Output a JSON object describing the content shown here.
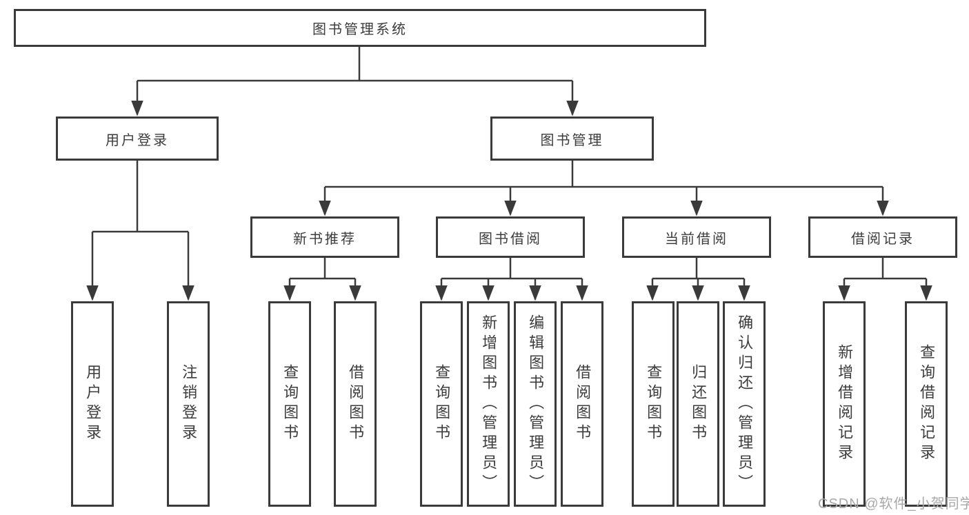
{
  "diagram": {
    "type": "org-tree",
    "colors": {
      "line": "#3a3a3a",
      "box_border": "#3a3a3a",
      "text": "#3c3c3c",
      "background": "#ffffff",
      "watermark": "#a8a8a8"
    },
    "labels": {
      "root": "图书管理系统",
      "user_login": "用户登录",
      "book_management": "图书管理",
      "new_book_recommend": "新书推荐",
      "book_borrow": "图书借阅",
      "current_borrow": "当前借阅",
      "borrow_record": "借阅记录",
      "user_login_leaf": "用户登录",
      "logout_leaf": "注销登录",
      "query_book_1": "查询图书",
      "borrow_book_1": "借阅图书",
      "query_book_2": "查询图书",
      "add_book_admin": "新增图书（管理员）",
      "edit_book_admin": "编辑图书（管理员）",
      "borrow_book_2": "借阅图书",
      "query_book_3": "查询图书",
      "return_book": "归还图书",
      "confirm_return_admin": "确认归还（管理员）",
      "add_borrow_record": "新增借阅记录",
      "query_borrow_record": "查询借阅记录"
    },
    "structure": {
      "label": "图书管理系统",
      "children": [
        {
          "label": "用户登录",
          "children": [
            "用户登录",
            "注销登录"
          ]
        },
        {
          "label": "图书管理",
          "children": [
            {
              "label": "新书推荐",
              "children": [
                "查询图书",
                "借阅图书"
              ]
            },
            {
              "label": "图书借阅",
              "children": [
                "查询图书",
                "新增图书（管理员）",
                "编辑图书（管理员）",
                "借阅图书"
              ]
            },
            {
              "label": "当前借阅",
              "children": [
                "查询图书",
                "归还图书",
                "确认归还（管理员）"
              ]
            },
            {
              "label": "借阅记录",
              "children": [
                "新增借阅记录",
                "查询借阅记录"
              ]
            }
          ]
        }
      ]
    },
    "watermark": "CSDN @软件_小贺同学"
  }
}
